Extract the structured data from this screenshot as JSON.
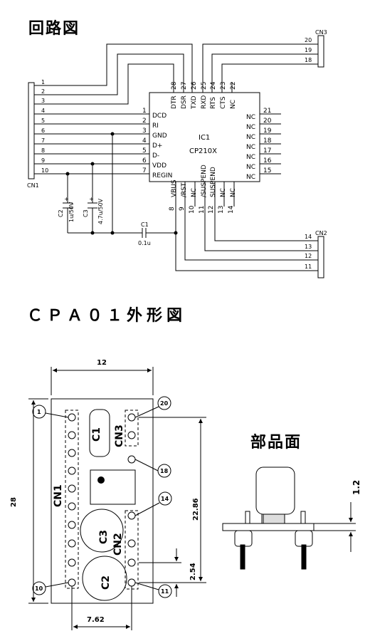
{
  "titles": {
    "circuit": "回路図",
    "outline": "ＣＰＡ０１外形図",
    "parts_side": "部品面"
  },
  "schematic": {
    "ic": {
      "ref": "IC1",
      "part": "CP210X"
    },
    "connectors": {
      "cn1": "CN1",
      "cn2": "CN2",
      "cn3": "CN3"
    },
    "cn1_pins": [
      "1",
      "2",
      "3",
      "4",
      "5",
      "6",
      "7",
      "8",
      "9",
      "10"
    ],
    "ic_left_pins": [
      {
        "num": "1",
        "name": "DCD"
      },
      {
        "num": "2",
        "name": "RI"
      },
      {
        "num": "3",
        "name": "GND"
      },
      {
        "num": "4",
        "name": "D+"
      },
      {
        "num": "5",
        "name": "D-"
      },
      {
        "num": "6",
        "name": "VDD"
      },
      {
        "num": "7",
        "name": "REGIN"
      }
    ],
    "ic_right_pins": [
      {
        "num": "21",
        "name": "NC"
      },
      {
        "num": "20",
        "name": "NC"
      },
      {
        "num": "19",
        "name": "NC"
      },
      {
        "num": "18",
        "name": "NC"
      },
      {
        "num": "17",
        "name": "NC"
      },
      {
        "num": "16",
        "name": "NC"
      },
      {
        "num": "15",
        "name": "NC"
      }
    ],
    "ic_top_pins": [
      {
        "num": "28",
        "name": "DTR"
      },
      {
        "num": "27",
        "name": "DSR"
      },
      {
        "num": "26",
        "name": "TXD"
      },
      {
        "num": "25",
        "name": "RXD"
      },
      {
        "num": "24",
        "name": "RTS"
      },
      {
        "num": "23",
        "name": "CTS"
      },
      {
        "num": "22",
        "name": "NC"
      }
    ],
    "ic_bottom_pins": [
      {
        "num": "8",
        "name": "VBUS"
      },
      {
        "num": "9",
        "name": "/RST"
      },
      {
        "num": "10",
        "name": "NC"
      },
      {
        "num": "11",
        "name": "/SUSPEND"
      },
      {
        "num": "12",
        "name": "SUSPEND"
      },
      {
        "num": "13",
        "name": "NC"
      },
      {
        "num": "14",
        "name": "NC"
      }
    ],
    "cn3_pins": [
      "20",
      "19",
      "18"
    ],
    "cn2_pins": [
      "14",
      "13",
      "12",
      "11"
    ],
    "caps": {
      "c2_ref": "C2",
      "c2_val": "1u/50V",
      "c3_ref": "C3",
      "c3_val": "4.7u/50V",
      "c1_ref": "C1",
      "c1_val": "0.1u",
      "plus": "+"
    }
  },
  "outline": {
    "dim_width": "12",
    "dim_height": "28",
    "dim_pitch_rows": "22.86",
    "dim_pitch": "2.54",
    "dim_row_spacing": "7.62",
    "dim_lead": "1.2",
    "labels": {
      "cn1": "CN1",
      "cn2": "CN2",
      "cn3": "CN3",
      "c1": "C1",
      "c2": "C2",
      "c3": "C3"
    },
    "pin_callouts": {
      "p1": "1",
      "p20": "20",
      "p18": "18",
      "p14": "14",
      "p10": "10",
      "p11": "11"
    }
  }
}
